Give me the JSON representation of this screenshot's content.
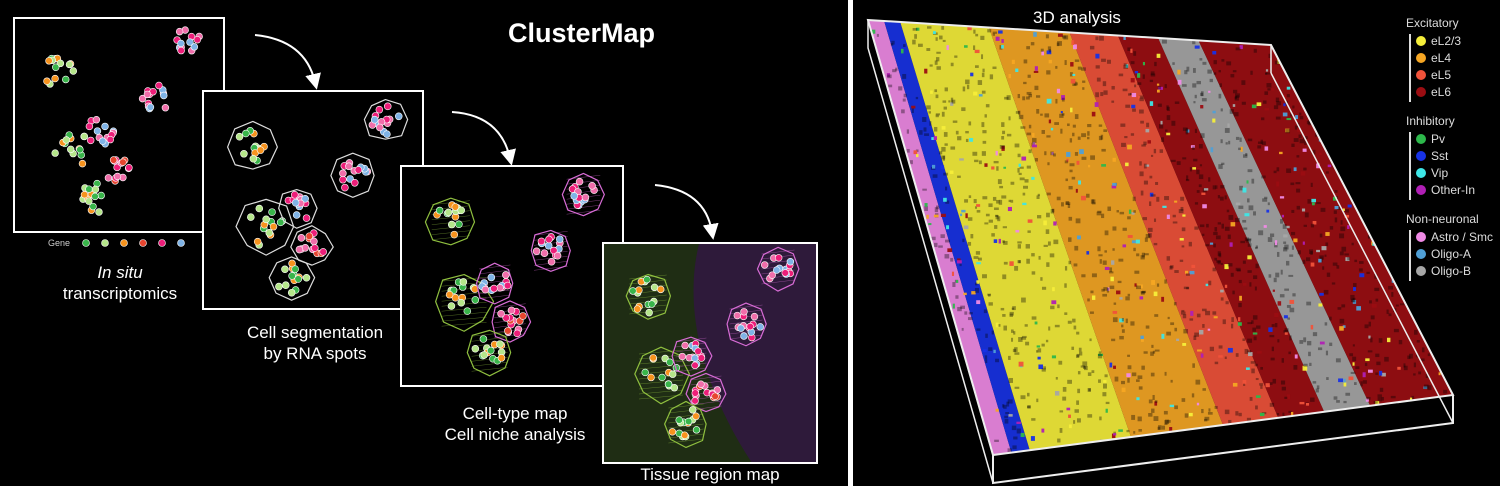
{
  "title": "ClusterMap",
  "gene_label": "Gene",
  "gene_colors": [
    "#39b54a",
    "#b5e68a",
    "#f7931e",
    "#e6452f",
    "#ed1e79",
    "#f06eaa",
    "#7fb3e6"
  ],
  "panels": [
    {
      "caption_italic": "In situ",
      "caption": "transcriptomics"
    },
    {
      "caption_line1": "Cell segmentation",
      "caption_line2": "by RNA spots"
    },
    {
      "caption_line1": "Cell-type map",
      "caption_line2": "Cell niche analysis"
    },
    {
      "caption": "Tissue region map"
    }
  ],
  "analysis_3d": {
    "title": "3D analysis",
    "legend": [
      {
        "group": "Excitatory",
        "items": [
          {
            "label": "eL2/3",
            "color": "#f5ee3a"
          },
          {
            "label": "eL4",
            "color": "#f5a623"
          },
          {
            "label": "eL5",
            "color": "#f0523a"
          },
          {
            "label": "eL6",
            "color": "#9b0d12"
          }
        ]
      },
      {
        "group": "Inhibitory",
        "items": [
          {
            "label": "Pv",
            "color": "#2db84b"
          },
          {
            "label": "Sst",
            "color": "#1732e6"
          },
          {
            "label": "Vip",
            "color": "#3ee6e6"
          },
          {
            "label": "Other-In",
            "color": "#b01fb5"
          }
        ]
      },
      {
        "group": "Non-neuronal",
        "items": [
          {
            "label": "Astro / Smc",
            "color": "#f08ae6"
          },
          {
            "label": "Oligo-A",
            "color": "#4f9fd6"
          },
          {
            "label": "Oligo-B",
            "color": "#a6a6a6"
          }
        ]
      }
    ]
  },
  "colors": {
    "panel_bg": "#000000",
    "green_region": "#1f2d14",
    "purple_region": "#2e1a3a",
    "green_outline": "#8fbf3f",
    "purple_outline": "#d86cd6"
  }
}
